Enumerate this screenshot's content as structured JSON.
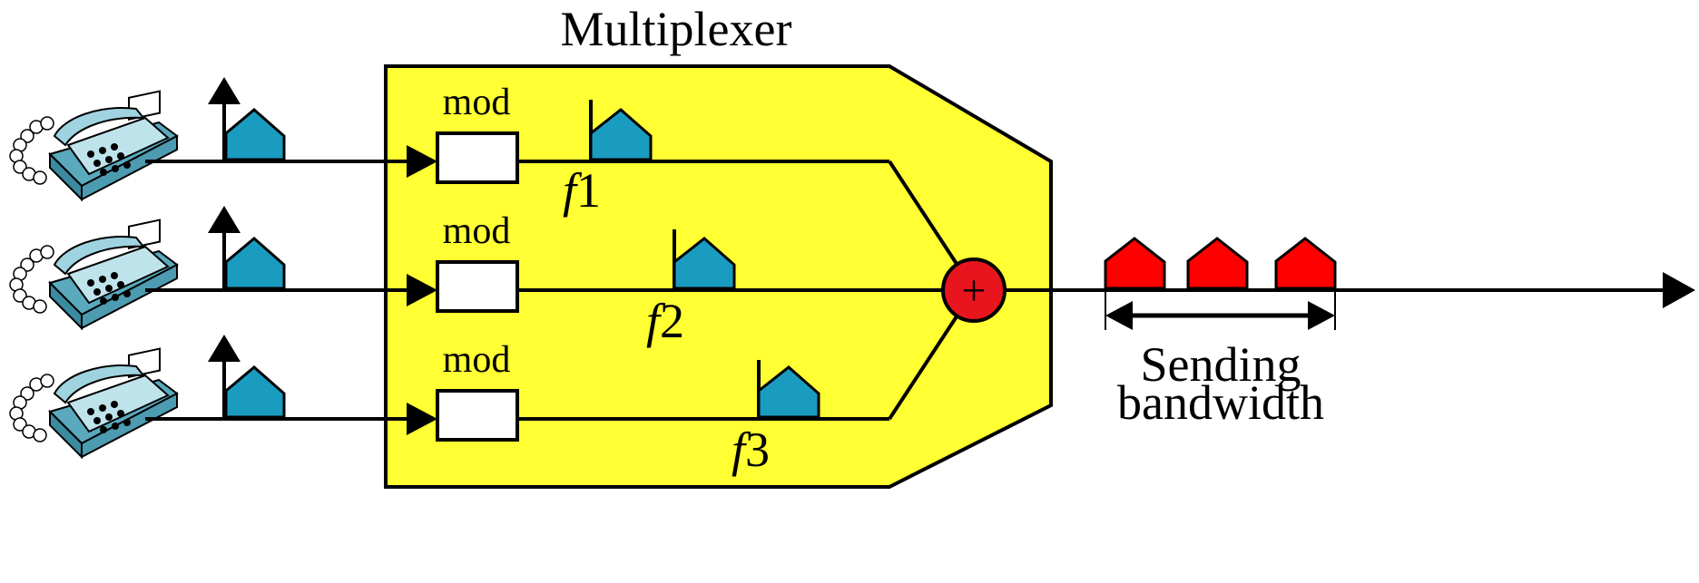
{
  "title": "Multiplexer",
  "modulator_label": "mod",
  "channels": [
    {
      "freq_prefix": "f",
      "freq_number": "1"
    },
    {
      "freq_prefix": "f",
      "freq_number": "2"
    },
    {
      "freq_prefix": "f",
      "freq_number": "3"
    }
  ],
  "summer_symbol": "+",
  "output_label_line1": "Sending",
  "output_label_line2": "bandwidth",
  "colors": {
    "mux_fill": "#ffff33",
    "signal_fill": "#1a9cc0",
    "output_fill": "#ff0000",
    "summer_fill": "#e8141e",
    "phone_body": "#9fd3df",
    "line": "#000000"
  },
  "icons": [
    "telephone-icon",
    "up-arrow-icon",
    "signal-spectrum-icon"
  ]
}
